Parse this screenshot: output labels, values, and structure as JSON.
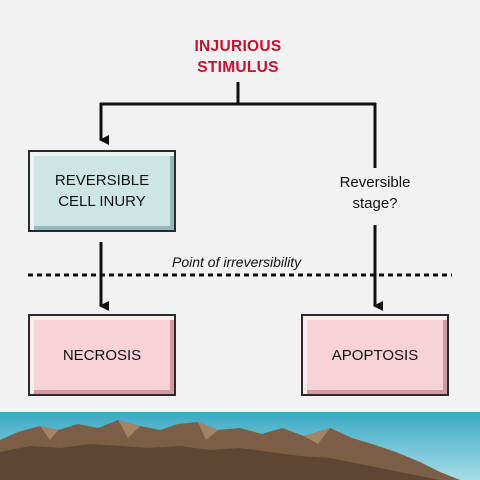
{
  "title": {
    "line1": "INJURIOUS",
    "line2": "STIMULUS"
  },
  "boxes": {
    "reversible": {
      "line1": "REVERSIBLE",
      "line2": "CELL INURY"
    },
    "necrosis": "NECROSIS",
    "apoptosis": "APOPTOSIS"
  },
  "labels": {
    "reversible_stage": {
      "line1": "Reversible",
      "line2": "stage?"
    },
    "point_of_irreversibility": "Point of irreversibility"
  },
  "colors": {
    "title": "#c8102e",
    "reversible_box": "#cde6e3",
    "outcome_box": "#f7d3d7",
    "sky": "#6cc6d8",
    "mountains": "#7a5e45"
  }
}
